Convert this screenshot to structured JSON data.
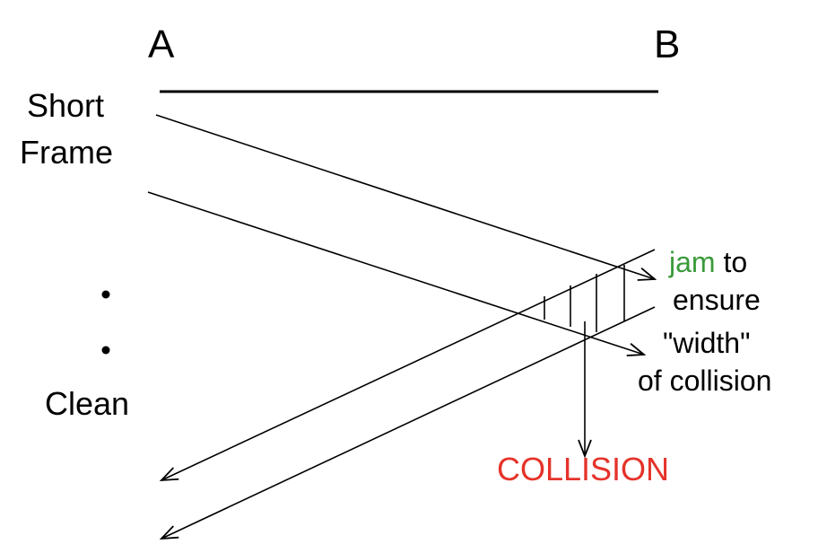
{
  "labels": {
    "station_a": "A",
    "station_b": "B",
    "short_line1": "Short",
    "short_line2": "Frame",
    "clean": "Clean",
    "jam_word": "jam",
    "jam_rest": "to",
    "ensure": "ensure",
    "width": "\"width\"",
    "of_collision": "of collision",
    "collision": "COLLISION"
  },
  "colors": {
    "line": "#000000",
    "jam": "#3a9a3a",
    "collision": "#e5332a"
  }
}
